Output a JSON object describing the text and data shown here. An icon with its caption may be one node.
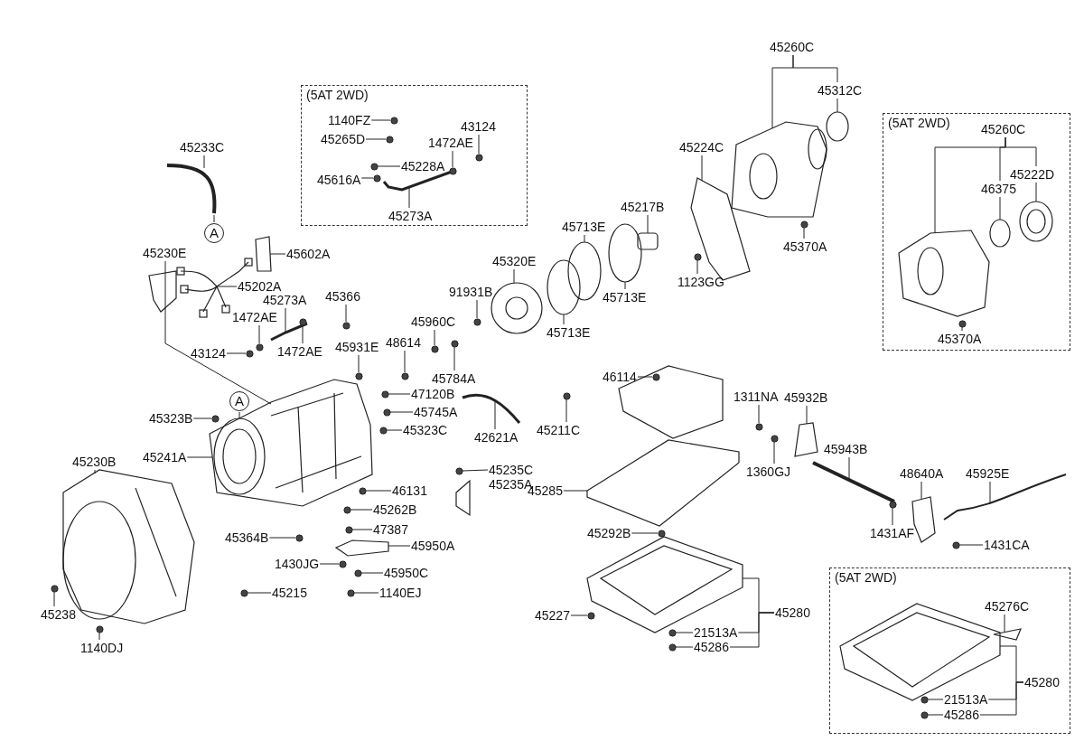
{
  "diagram": {
    "nodes": [
      {
        "text": [
          "(5AT 2WD)"
        ]
      },
      {
        "text": [
          "1140FZ"
        ],
        "in": 0
      },
      {
        "text": [
          "45265D"
        ],
        "in": 0
      },
      {
        "text": [
          "43124"
        ],
        "in": 0
      },
      {
        "text": [
          "1472AE"
        ],
        "in": 0
      },
      {
        "text": [
          "45228A"
        ],
        "in": 0
      },
      {
        "text": [
          "45616A"
        ],
        "in": 0
      },
      {
        "text": [
          "45273A"
        ],
        "in": 0
      },
      {
        "text": [
          "45233C"
        ]
      },
      {
        "text": [
          "A"
        ]
      },
      {
        "text": [
          "45230E"
        ]
      },
      {
        "text": [
          "45602A"
        ]
      },
      {
        "text": [
          "45202A"
        ]
      },
      {
        "text": [
          "45273A"
        ]
      },
      {
        "text": [
          "45366"
        ]
      },
      {
        "text": [
          "1472AE"
        ]
      },
      {
        "text": [
          "1472AE"
        ]
      },
      {
        "text": [
          "43124"
        ]
      },
      {
        "text": [
          "45931E"
        ]
      },
      {
        "text": [
          "48614"
        ]
      },
      {
        "text": [
          "45960C"
        ]
      },
      {
        "text": [
          "45784A"
        ]
      },
      {
        "text": [
          "91931B"
        ]
      },
      {
        "text": [
          "45320E"
        ]
      },
      {
        "text": [
          "45713E"
        ]
      },
      {
        "text": [
          "45713E"
        ]
      },
      {
        "text": [
          "45713E"
        ]
      },
      {
        "text": [
          "45217B"
        ]
      },
      {
        "text": [
          "45224C"
        ]
      },
      {
        "text": [
          "1123GG"
        ]
      },
      {
        "text": [
          "45260C"
        ]
      },
      {
        "text": [
          "45312C"
        ]
      },
      {
        "text": [
          "45370A"
        ]
      },
      {
        "text": [
          "(5AT 2WD)"
        ]
      },
      {
        "text": [
          "45260C"
        ],
        "in": 33
      },
      {
        "text": [
          "45222D"
        ],
        "in": 33
      },
      {
        "text": [
          "46375"
        ],
        "in": 33
      },
      {
        "text": [
          "45370A"
        ],
        "in": 33
      },
      {
        "text": [
          "45241A"
        ]
      },
      {
        "text": [
          "45323B"
        ]
      },
      {
        "text": [
          "A"
        ]
      },
      {
        "text": [
          "47120B"
        ]
      },
      {
        "text": [
          "45745A"
        ]
      },
      {
        "text": [
          "45323C"
        ]
      },
      {
        "text": [
          "42621A"
        ]
      },
      {
        "text": [
          "45211C"
        ]
      },
      {
        "text": [
          "46114"
        ]
      },
      {
        "text": [
          "1311NA"
        ]
      },
      {
        "text": [
          "45932B"
        ]
      },
      {
        "text": [
          "1360GJ"
        ]
      },
      {
        "text": [
          "45943B"
        ]
      },
      {
        "text": [
          "45235C"
        ]
      },
      {
        "text": [
          "45285"
        ]
      },
      {
        "text": [
          "46131"
        ]
      },
      {
        "text": [
          "45262B"
        ]
      },
      {
        "text": [
          "47387"
        ]
      },
      {
        "text": [
          "45950A"
        ]
      },
      {
        "text": [
          "1430JG"
        ]
      },
      {
        "text": [
          "45950C"
        ]
      },
      {
        "text": [
          "1140EJ"
        ]
      },
      {
        "text": [
          "45215"
        ]
      },
      {
        "text": [
          "45364B"
        ]
      },
      {
        "text": [
          "45230B"
        ]
      },
      {
        "text": [
          "45238"
        ]
      },
      {
        "text": [
          "1140DJ"
        ]
      },
      {
        "text": [
          "45292B"
        ]
      },
      {
        "text": [
          "45227"
        ]
      },
      {
        "text": [
          "45280"
        ]
      },
      {
        "text": [
          "21513A"
        ]
      },
      {
        "text": [
          "45286"
        ]
      },
      {
        "text": [
          "48640A"
        ]
      },
      {
        "text": [
          "45925E"
        ]
      },
      {
        "text": [
          "1431AF"
        ]
      },
      {
        "text": [
          "1431CA"
        ]
      },
      {
        "text": [
          "(5AT 2WD)"
        ]
      },
      {
        "text": [
          "45276C"
        ],
        "in": 74
      },
      {
        "text": [
          "45280"
        ],
        "in": 74
      },
      {
        "text": [
          "21513A"
        ],
        "in": 74
      },
      {
        "text": [
          "45286"
        ],
        "in": 74
      },
      {
        "text": [],
        "shape": "picture",
        "in": 0
      },
      {
        "text": [],
        "shape": "circle",
        "in": 0
      },
      {
        "text": [],
        "shape": "circle",
        "in": 0
      },
      {
        "text": [],
        "shape": "circle",
        "in": 0
      },
      {
        "text": [],
        "shape": "circle",
        "in": 0
      },
      {
        "text": [],
        "shape": "circle",
        "in": 0
      },
      {
        "text": [],
        "shape": "circle",
        "in": 0
      },
      {
        "text": [],
        "shape": "picture"
      },
      {
        "text": [],
        "shape": "picture"
      },
      {
        "text": [],
        "shape": "picture"
      },
      {
        "text": [],
        "shape": "picture"
      },
      {
        "text": [],
        "shape": "picture"
      },
      {
        "text": [],
        "shape": "circle"
      },
      {
        "text": [],
        "shape": "circle"
      },
      {
        "text": [],
        "shape": "circle"
      },
      {
        "text": [],
        "shape": "circle"
      },
      {
        "text": [],
        "shape": "circle"
      },
      {
        "text": [],
        "shape": "circle"
      },
      {
        "text": [],
        "shape": "circle"
      },
      {
        "text": [],
        "shape": "circle"
      },
      {
        "text": [],
        "shape": "circle"
      },
      {
        "text": [],
        "shape": "picture"
      },
      {
        "text": [],
        "shape": "circle"
      },
      {
        "text": [],
        "shape": "circle"
      },
      {
        "text": [],
        "shape": "circle"
      },
      {
        "text": [],
        "shape": "box"
      },
      {
        "text": [],
        "shape": "picture"
      },
      {
        "text": [],
        "shape": "circle"
      },
      {
        "text": [],
        "shape": "picture"
      },
      {
        "text": [],
        "shape": "circle"
      },
      {
        "text": [],
        "shape": "circle"
      },
      {
        "text": [],
        "shape": "picture",
        "in": 33
      },
      {
        "text": [],
        "shape": "picture",
        "in": 33
      },
      {
        "text": [],
        "shape": "circle",
        "in": 33
      },
      {
        "text": [],
        "shape": "circle",
        "in": 33
      },
      {
        "text": [],
        "shape": "circle"
      },
      {
        "text": [],
        "shape": "circle"
      },
      {
        "text": [],
        "shape": "circle"
      },
      {
        "text": [],
        "shape": "circle"
      },
      {
        "text": [],
        "shape": "picture"
      },
      {
        "text": [],
        "shape": "circle"
      },
      {
        "text": [],
        "shape": "circle"
      },
      {
        "text": [],
        "shape": "circle"
      },
      {
        "text": [],
        "shape": "picture"
      },
      {
        "text": [],
        "shape": "circle"
      },
      {
        "text": [],
        "shape": "picture"
      },
      {
        "text": [],
        "shape": "circle"
      },
      {
        "text": [],
        "shape": "picture"
      },
      {
        "text": [],
        "shape": "circle"
      },
      {
        "text": [],
        "shape": "circle"
      },
      {
        "text": [],
        "shape": "circle"
      },
      {
        "text": [],
        "shape": "picture"
      },
      {
        "text": [],
        "shape": "circle"
      },
      {
        "text": [],
        "shape": "circle"
      },
      {
        "text": [],
        "shape": "circle"
      },
      {
        "text": [],
        "shape": "circle"
      },
      {
        "text": [],
        "shape": "circle"
      },
      {
        "text": [],
        "shape": "picture"
      },
      {
        "text": [],
        "shape": "circle"
      },
      {
        "text": [],
        "shape": "circle"
      },
      {
        "text": [],
        "shape": "circle"
      },
      {
        "text": [],
        "shape": "circle"
      },
      {
        "text": [],
        "shape": "picture"
      },
      {
        "text": [],
        "shape": "circle"
      },
      {
        "text": [],
        "shape": "circle"
      },
      {
        "text": [],
        "shape": "picture"
      },
      {
        "text": [],
        "shape": "picture"
      },
      {
        "text": [],
        "shape": "circle"
      },
      {
        "text": [],
        "shape": "circle"
      },
      {
        "text": [],
        "shape": "picture",
        "in": 74
      },
      {
        "text": [],
        "shape": "picture",
        "in": 74
      },
      {
        "text": [],
        "shape": "circle",
        "in": 74
      },
      {
        "text": [],
        "shape": "circle",
        "in": 74
      }
    ],
    "edges": [
      {
        "from": 1,
        "to": 80,
        "arrow": "none"
      },
      {
        "from": 2,
        "to": 81,
        "arrow": "none"
      },
      {
        "from": 3,
        "to": 82,
        "arrow": "none"
      },
      {
        "from": 4,
        "to": 83,
        "arrow": "none"
      },
      {
        "from": 5,
        "to": 84,
        "arrow": "none"
      },
      {
        "from": 6,
        "to": 85,
        "arrow": "none"
      },
      {
        "from": 7,
        "to": 79,
        "arrow": "none"
      },
      {
        "from": 8,
        "to": 86,
        "arrow": "none"
      },
      {
        "from": 86,
        "to": 9,
        "arrow": "none"
      },
      {
        "from": 10,
        "to": 87,
        "arrow": "none"
      },
      {
        "from": 11,
        "to": 88,
        "arrow": "none"
      },
      {
        "from": 12,
        "to": 89,
        "arrow": "none"
      },
      {
        "from": 13,
        "to": 90,
        "arrow": "none"
      },
      {
        "from": 14,
        "to": 91,
        "arrow": "none"
      },
      {
        "from": 15,
        "to": 92,
        "arrow": "none"
      },
      {
        "from": 16,
        "to": 93,
        "arrow": "none"
      },
      {
        "from": 17,
        "to": 94,
        "arrow": "none"
      },
      {
        "from": 18,
        "to": 95,
        "arrow": "none"
      },
      {
        "from": 19,
        "to": 96,
        "arrow": "none"
      },
      {
        "from": 20,
        "to": 97,
        "arrow": "none"
      },
      {
        "from": 21,
        "to": 98,
        "arrow": "none"
      },
      {
        "from": 22,
        "to": 99,
        "arrow": "none"
      },
      {
        "from": 23,
        "to": 100,
        "arrow": "none"
      },
      {
        "from": 24,
        "to": 101,
        "arrow": "none"
      },
      {
        "from": 25,
        "to": 102,
        "arrow": "none"
      },
      {
        "from": 26,
        "to": 103,
        "arrow": "none"
      },
      {
        "from": 27,
        "to": 104,
        "arrow": "none"
      },
      {
        "from": 28,
        "to": 105,
        "arrow": "none"
      },
      {
        "from": 29,
        "to": 106,
        "arrow": "none"
      },
      {
        "from": 30,
        "to": 107,
        "arrow": "none"
      },
      {
        "from": 30,
        "to": 31,
        "arrow": "none"
      },
      {
        "from": 31,
        "to": 108,
        "arrow": "none"
      },
      {
        "from": 32,
        "to": 109,
        "arrow": "none"
      },
      {
        "from": 34,
        "to": 110,
        "arrow": "none"
      },
      {
        "from": 34,
        "to": 36,
        "arrow": "none"
      },
      {
        "from": 34,
        "to": 35,
        "arrow": "none"
      },
      {
        "from": 35,
        "to": 111,
        "arrow": "none"
      },
      {
        "from": 36,
        "to": 112,
        "arrow": "none"
      },
      {
        "from": 37,
        "to": 113,
        "arrow": "none"
      },
      {
        "from": 38,
        "to": 87,
        "arrow": "none"
      },
      {
        "from": 39,
        "to": 114,
        "arrow": "none"
      },
      {
        "from": 40,
        "to": 87,
        "arrow": "none"
      },
      {
        "from": 41,
        "to": 115,
        "arrow": "none"
      },
      {
        "from": 42,
        "to": 116,
        "arrow": "none"
      },
      {
        "from": 43,
        "to": 117,
        "arrow": "none"
      },
      {
        "from": 44,
        "to": 118,
        "arrow": "none"
      },
      {
        "from": 45,
        "to": 119,
        "arrow": "none"
      },
      {
        "from": 46,
        "to": 120,
        "arrow": "none"
      },
      {
        "from": 47,
        "to": 121,
        "arrow": "none"
      },
      {
        "from": 48,
        "to": 122,
        "arrow": "none"
      },
      {
        "from": 49,
        "to": 123,
        "arrow": "none"
      },
      {
        "from": 50,
        "to": 124,
        "arrow": "none"
      },
      {
        "from": 51,
        "to": 125,
        "arrow": "none"
      },
      {
        "from": 52,
        "to": 126,
        "arrow": "none"
      },
      {
        "from": 53,
        "to": 127,
        "arrow": "none"
      },
      {
        "from": 54,
        "to": 128,
        "arrow": "none"
      },
      {
        "from": 55,
        "to": 129,
        "arrow": "none"
      },
      {
        "from": 56,
        "to": 130,
        "arrow": "none"
      },
      {
        "from": 57,
        "to": 131,
        "arrow": "none"
      },
      {
        "from": 58,
        "to": 132,
        "arrow": "none"
      },
      {
        "from": 59,
        "to": 133,
        "arrow": "none"
      },
      {
        "from": 60,
        "to": 134,
        "arrow": "none"
      },
      {
        "from": 61,
        "to": 135,
        "arrow": "none"
      },
      {
        "from": 62,
        "to": 136,
        "arrow": "none"
      },
      {
        "from": 63,
        "to": 137,
        "arrow": "none"
      },
      {
        "from": 64,
        "to": 138,
        "arrow": "none"
      },
      {
        "from": 65,
        "to": 139,
        "arrow": "none"
      },
      {
        "from": 66,
        "to": 140,
        "arrow": "none"
      },
      {
        "from": 67,
        "to": 141,
        "arrow": "none"
      },
      {
        "from": 67,
        "to": 68,
        "arrow": "none"
      },
      {
        "from": 67,
        "to": 69,
        "arrow": "none"
      },
      {
        "from": 68,
        "to": 142,
        "arrow": "none"
      },
      {
        "from": 69,
        "to": 143,
        "arrow": "none"
      },
      {
        "from": 70,
        "to": 144,
        "arrow": "none"
      },
      {
        "from": 71,
        "to": 145,
        "arrow": "none"
      },
      {
        "from": 72,
        "to": 146,
        "arrow": "none"
      },
      {
        "from": 73,
        "to": 147,
        "arrow": "none"
      },
      {
        "from": 75,
        "to": 148,
        "arrow": "none"
      },
      {
        "from": 76,
        "to": 149,
        "arrow": "none"
      },
      {
        "from": 76,
        "to": 77,
        "arrow": "none"
      },
      {
        "from": 76,
        "to": 78,
        "arrow": "none"
      },
      {
        "from": 77,
        "to": 150,
        "arrow": "none"
      },
      {
        "from": 78,
        "to": 151,
        "arrow": "none"
      }
    ],
    "labels": [
      "45235A"
    ]
  }
}
